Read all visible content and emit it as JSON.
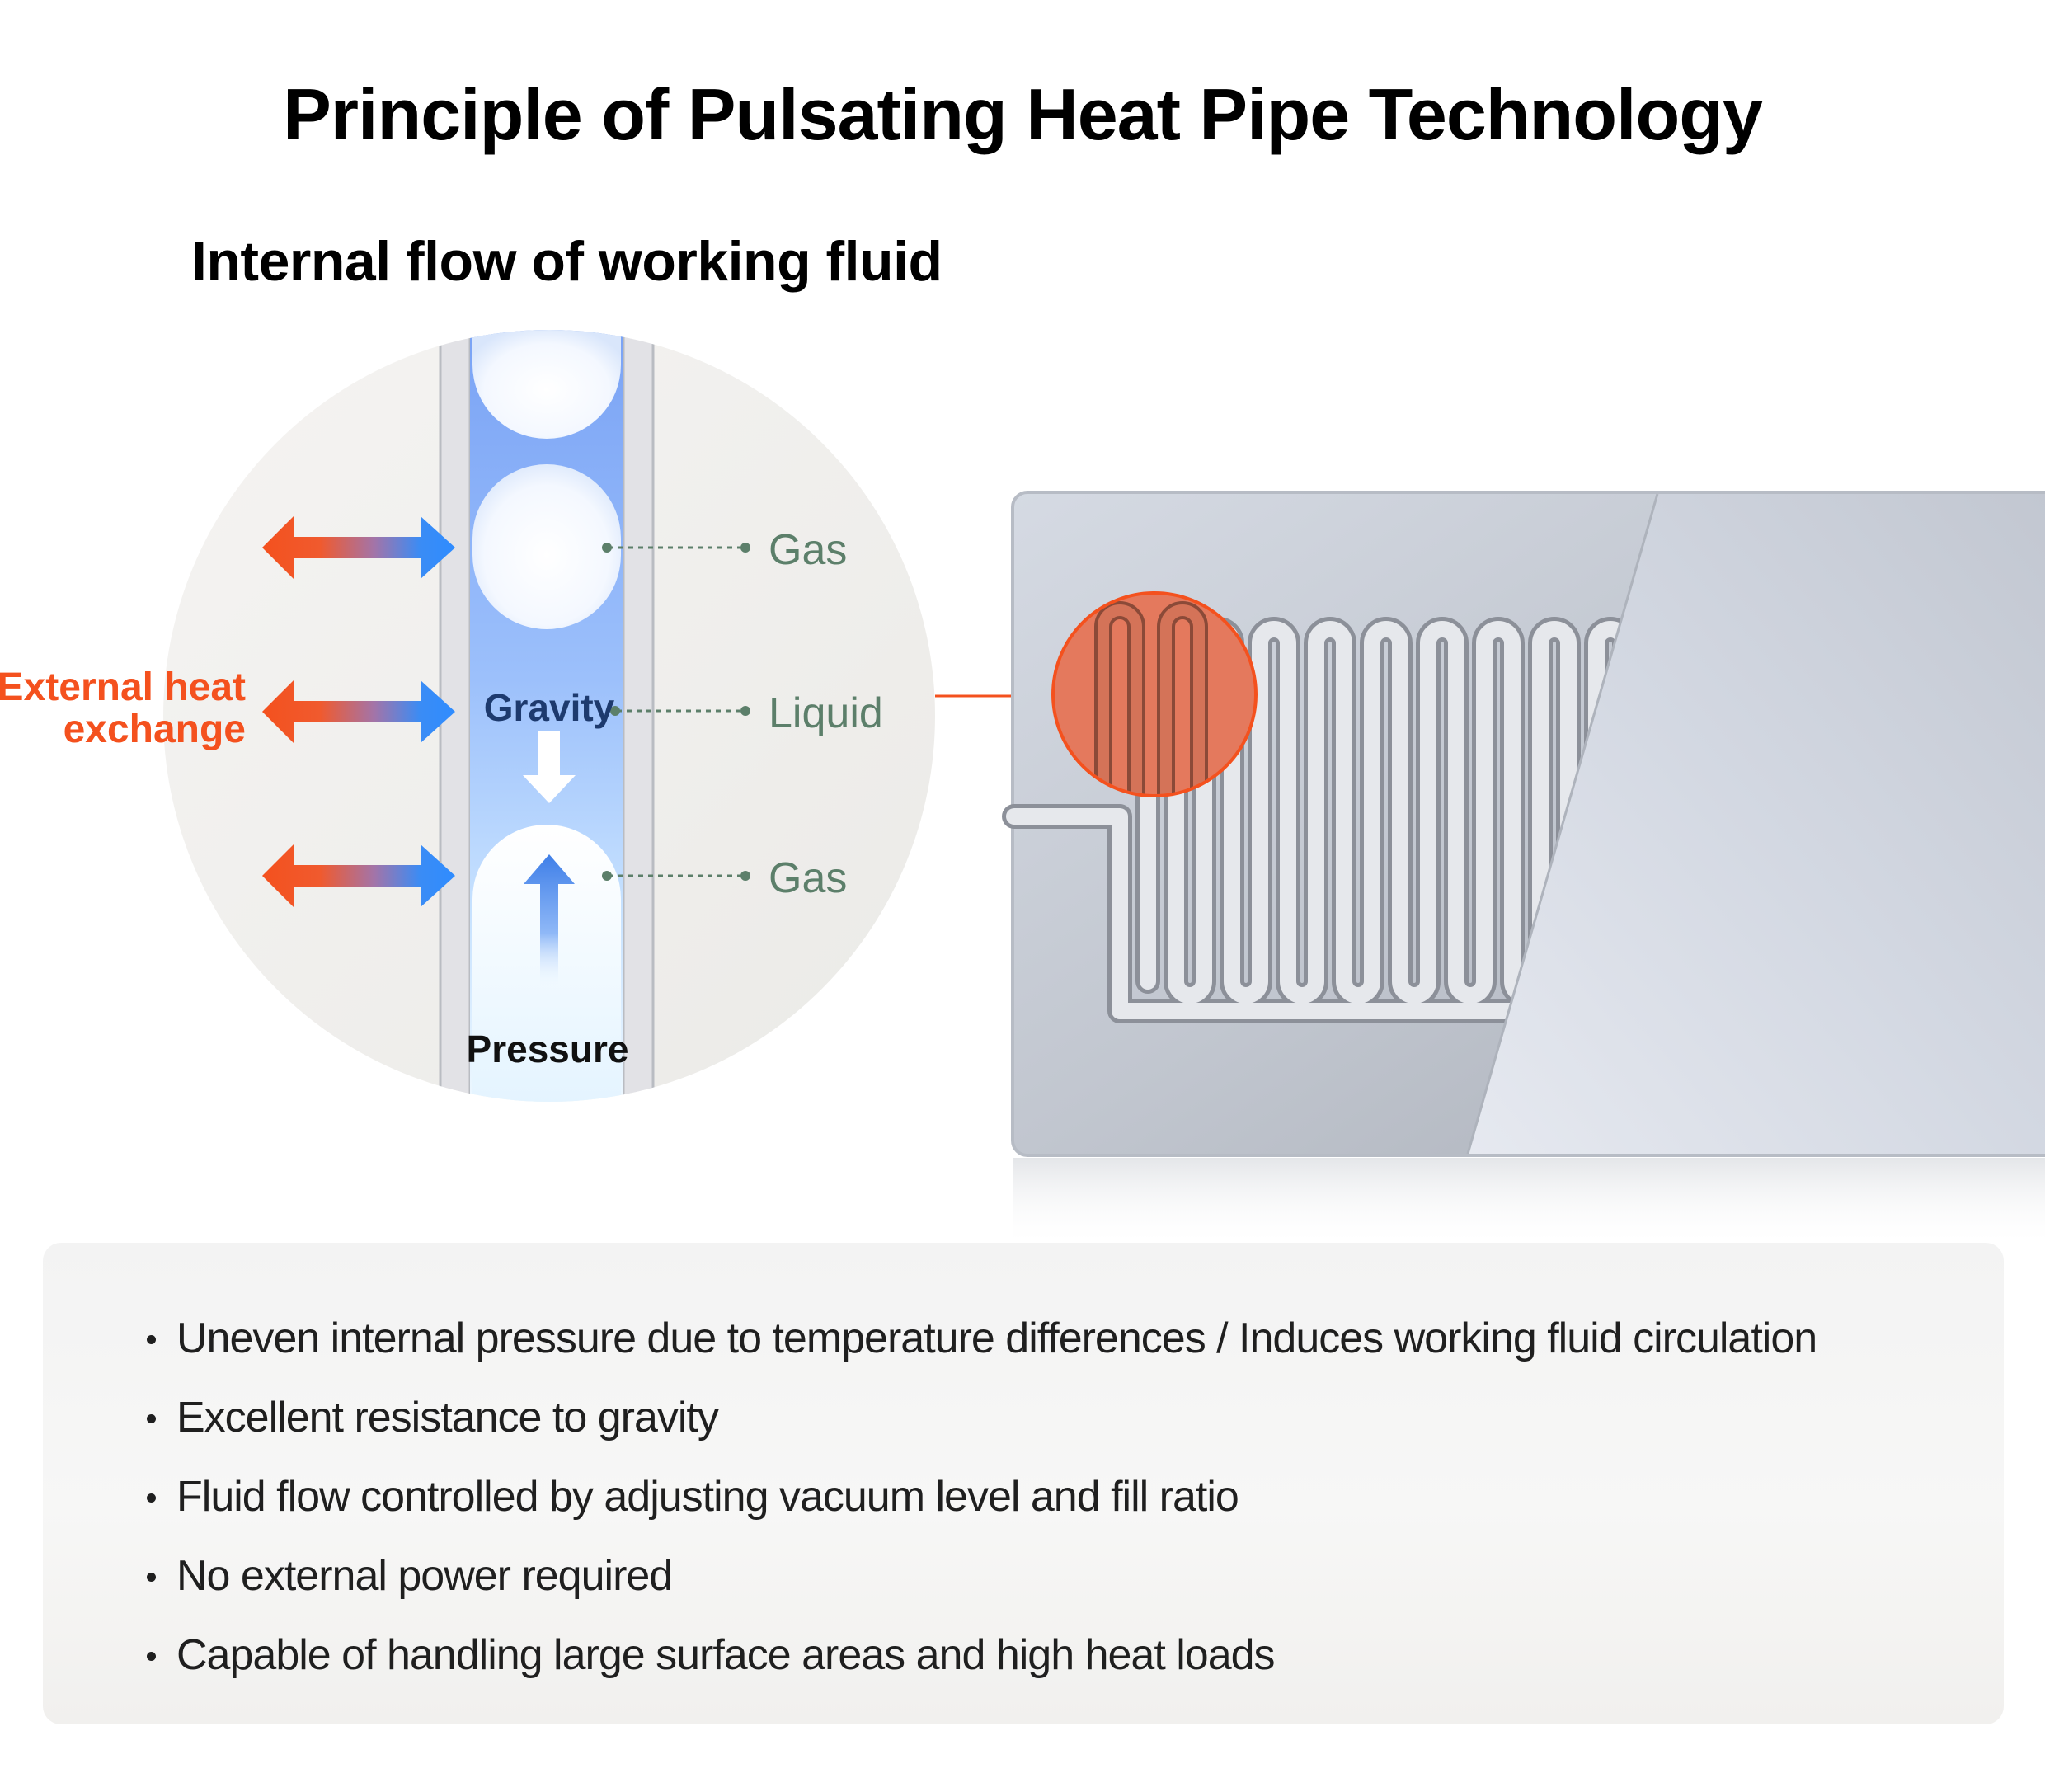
{
  "title": "Principle of Pulsating Heat Pipe Technology",
  "section_title": "Internal flow of working fluid",
  "diagram": {
    "left_label": [
      "External heat",
      "exchange"
    ],
    "gravity_label": "Gravity",
    "pressure_label": "Pressure",
    "callouts": [
      "Gas",
      "Liquid",
      "Gas"
    ]
  },
  "colors": {
    "orange": "#f4511e",
    "blue": "#2f8cff",
    "callout_text": "#5c7f6a",
    "gravity_text": "#1d3a6e"
  },
  "bullets": [
    "Uneven internal pressure due to temperature differences / Induces working fluid circulation",
    "Excellent resistance to gravity",
    "Fluid flow controlled by adjusting vacuum level and fill ratio",
    "No external power required",
    "Capable of handling large surface areas and high heat loads"
  ]
}
